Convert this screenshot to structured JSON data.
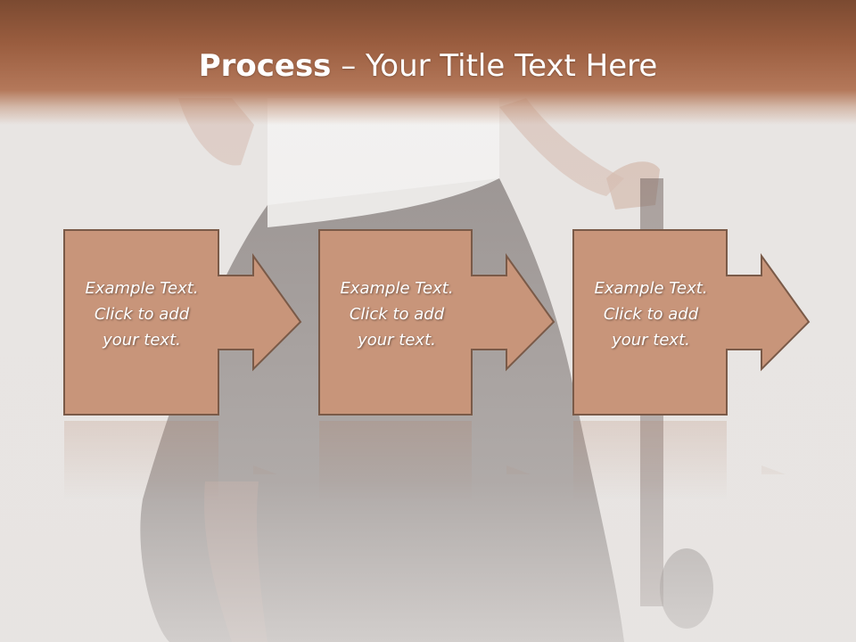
{
  "slide": {
    "title_bold": "Process",
    "title_rest": " – Your Title Text Here"
  },
  "colors": {
    "header_top": "#7b4a31",
    "header_bottom": "#b4785a",
    "box_fill": "#c8957a",
    "box_stroke": "#7a5a48",
    "text": "#ffffff"
  },
  "steps": [
    {
      "text": "Example Text.\nClick  to add\nyour text."
    },
    {
      "text": "Example Text.\nClick  to add\nyour text."
    },
    {
      "text": "Example Text.\nClick  to add\nyour text."
    }
  ]
}
